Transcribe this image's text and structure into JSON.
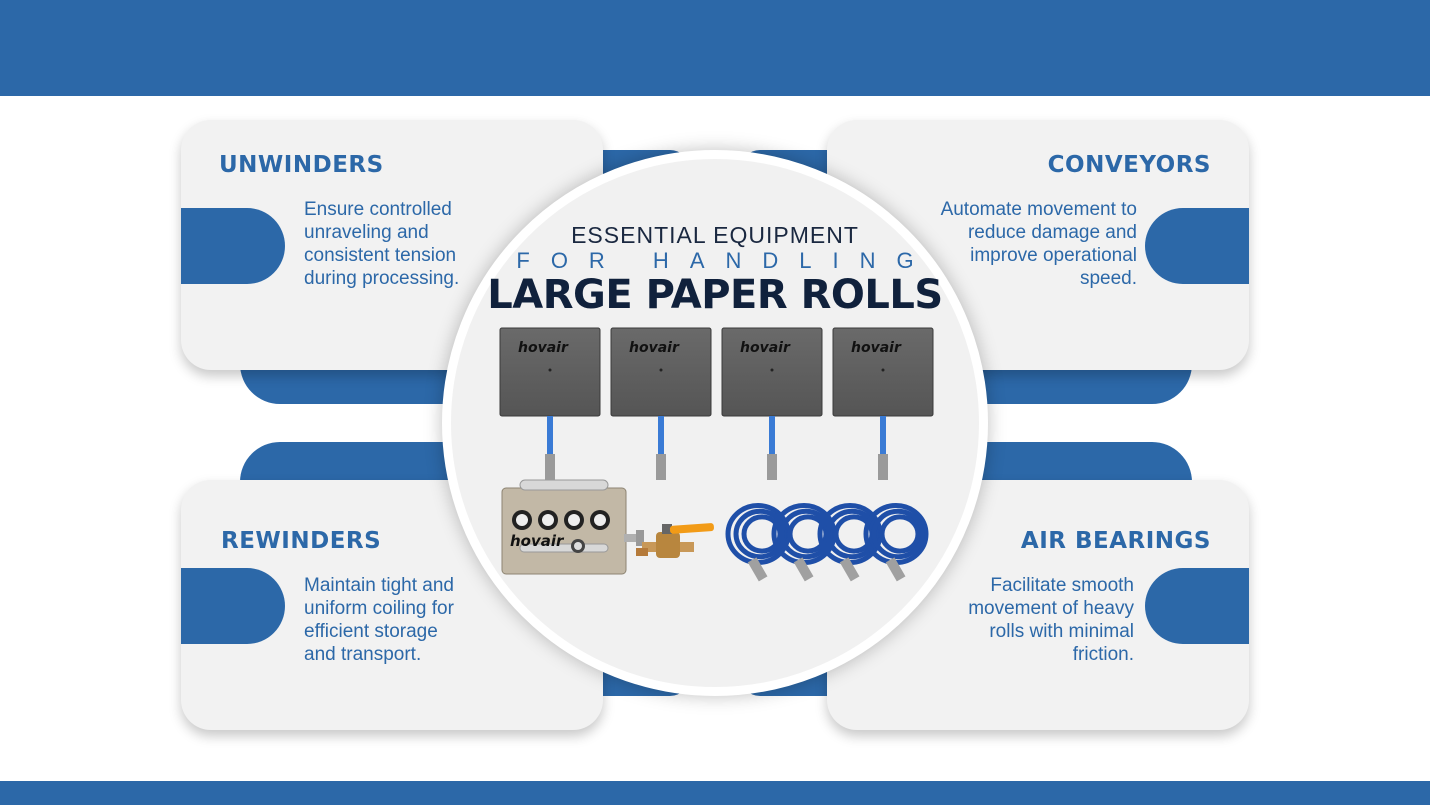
{
  "heading": {
    "line1": "ESSENTIAL EQUIPMENT",
    "line2": "FOR HANDLING",
    "line3": "LARGE PAPER ROLLS"
  },
  "cards": [
    {
      "title": "UNWINDERS",
      "body": "Ensure controlled unraveling and consistent tension during processing."
    },
    {
      "title": "CONVEYORS",
      "body": "Automate movement to reduce damage and improve operational speed."
    },
    {
      "title": "REWINDERS",
      "body": "Maintain tight and uniform coiling for efficient storage and transport."
    },
    {
      "title": "AIR BEARINGS",
      "body": "Facilitate smooth movement of heavy rolls with minimal friction."
    }
  ],
  "equipment": {
    "brand": "hovair",
    "pad_count": 4,
    "hose_count": 4
  },
  "colors": {
    "brand_blue": "#2c68a8",
    "card_bg": "#f2f2f2",
    "dark_navy": "#10213c"
  }
}
